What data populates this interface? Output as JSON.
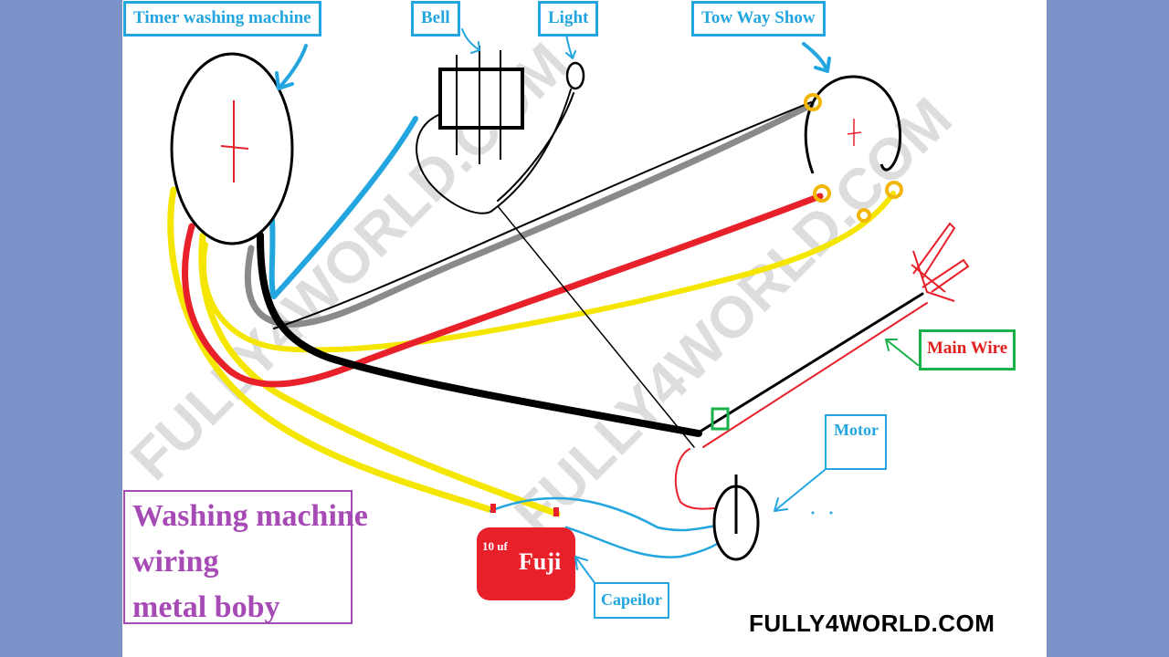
{
  "labels": {
    "timer": "Timer washing machine",
    "bell": "Bell",
    "light": "Light",
    "two_way": "Tow Way Show",
    "main_wire": "Main Wire",
    "motor": "Motor",
    "capacitor": "Capeilor"
  },
  "capacitor_body": {
    "rating": "10 uf",
    "brand": "Fuji"
  },
  "title": {
    "line1": "Washing machine",
    "line2": "wiring",
    "line3": "metal boby"
  },
  "watermark": "FULLY4WORLD.COM",
  "site": "FULLY4WORLD.COM",
  "colors": {
    "background": "#7b93c8",
    "label_blue": "#23a6e0",
    "title_purple": "#a64ab6",
    "wire_red": "#e8202a",
    "wire_yellow": "#f5e600",
    "wire_gray": "#8a8a8a",
    "wire_black": "#000000",
    "capacitor_red": "#e8202a",
    "main_wire_box": "#19b24a",
    "terminal_orange": "#f2b705"
  }
}
